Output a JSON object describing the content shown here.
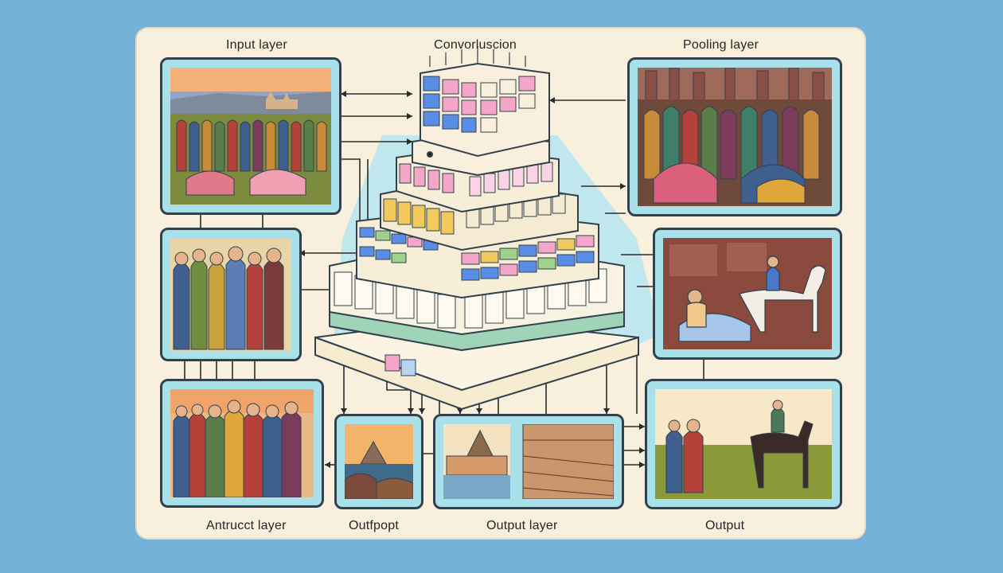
{
  "diagram": {
    "title_top_left": "Input layer",
    "title_top_center": "Convorluscion",
    "title_top_right": "Pooling layer",
    "label_bottom_left": "Antrucct layer",
    "label_bottom_mid": "Outfpopt",
    "label_bottom_center": "Output layer",
    "label_bottom_right": "Output"
  },
  "colors": {
    "background": "#74b2d9",
    "board": "#f8efdc",
    "panel_fill": "#a9e1ea",
    "outline": "#32414d",
    "stack_pink": "#f4a6c8",
    "stack_blue": "#5a8ee6",
    "stack_yellow": "#f2c95c",
    "stack_green": "#9fd28a"
  },
  "panels": [
    {
      "name": "input-layer-painting",
      "icon": "landscape-crowd-painting"
    },
    {
      "name": "pooling-layer-painting",
      "icon": "cathedral-crowd-painting"
    },
    {
      "name": "left-middle-painting",
      "icon": "standing-figures-painting"
    },
    {
      "name": "right-middle-painting",
      "icon": "horse-rider-painting"
    },
    {
      "name": "bottom-left-painting",
      "icon": "group-portrait-painting"
    },
    {
      "name": "outfpopt-painting",
      "icon": "pyramid-painting"
    },
    {
      "name": "output-layer-painting",
      "icon": "castle-and-texture-painting"
    },
    {
      "name": "output-painting",
      "icon": "rider-and-figures-painting"
    }
  ]
}
